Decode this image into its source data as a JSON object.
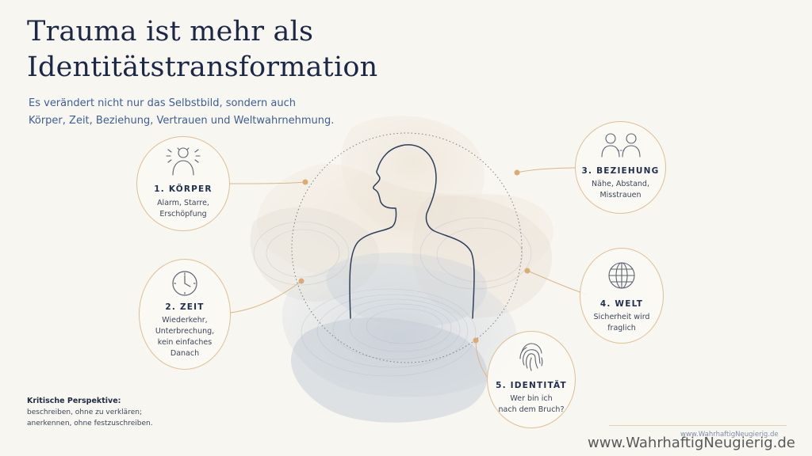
{
  "title": {
    "line1": "Trauma ist mehr als",
    "line2": "Identitätstransformation"
  },
  "subtitle": {
    "line1": "Es verändert nicht nur das Selbstbild, sondern auch",
    "line2": "Körper, Zeit, Beziehung, Vertrauen und Weltwahrnehmung."
  },
  "nodes": {
    "koerper": {
      "title": "1. KÖRPER",
      "lines": [
        "Alarm, Starre,",
        "Erschöpfung"
      ],
      "icon": "body-alarm-icon"
    },
    "zeit": {
      "title": "2. ZEIT",
      "lines": [
        "Wiederkehr,",
        "Unterbrechung,",
        "kein einfaches",
        "Danach"
      ],
      "icon": "clock-icon"
    },
    "beziehung": {
      "title": "3. BEZIEHUNG",
      "lines": [
        "Nähe, Abstand,",
        "Misstrauen"
      ],
      "icon": "two-people-icon"
    },
    "welt": {
      "title": "4. WELT",
      "lines": [
        "Sicherheit wird",
        "fraglich"
      ],
      "icon": "globe-icon"
    },
    "identitaet": {
      "title": "5. IDENTITÄT",
      "lines": [
        "Wer bin ich",
        "nach dem Bruch?"
      ],
      "icon": "fingerprint-icon"
    }
  },
  "critical": {
    "title": "Kritische Perspektive:",
    "line1": "beschreiben, ohne zu verklären;",
    "line2": "anerkennen, ohne festzuschreiben."
  },
  "footer": {
    "small_url": "www.WahrhaftigNeugierig.de",
    "watermark": "www.WahrhaftigNeugierig.de"
  },
  "colors": {
    "background": "#f8f6f1",
    "title": "#1b2745",
    "subtitle": "#3d5f92",
    "accent": "#ddbf94",
    "connector_dot": "#d9ad72"
  }
}
